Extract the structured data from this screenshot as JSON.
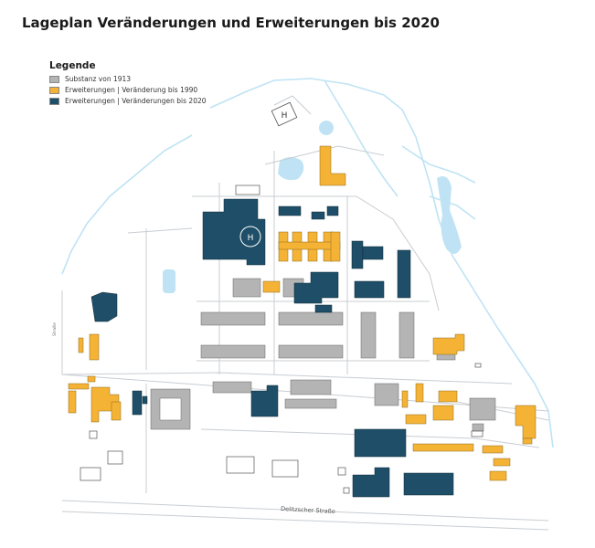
{
  "title": "Lageplan Veränderungen und Erweiterungen bis 2020",
  "legend": {
    "heading": "Legende",
    "items": [
      {
        "label": "Substanz von 1913",
        "color": "#b4b4b4"
      },
      {
        "label": "Erweiterungen | Veränderung bis 1990",
        "color": "#f5b335"
      },
      {
        "label": "Erweiterungen | Veränderungen bis 2020",
        "color": "#1f4e68"
      }
    ]
  },
  "map": {
    "street_label": "Delitzscher Straße",
    "street_label_left": "Straße",
    "helipad_label": "H",
    "colors": {
      "water": "#bfe3f4",
      "road": "#c8cdd2",
      "outline": "#555555"
    }
  }
}
